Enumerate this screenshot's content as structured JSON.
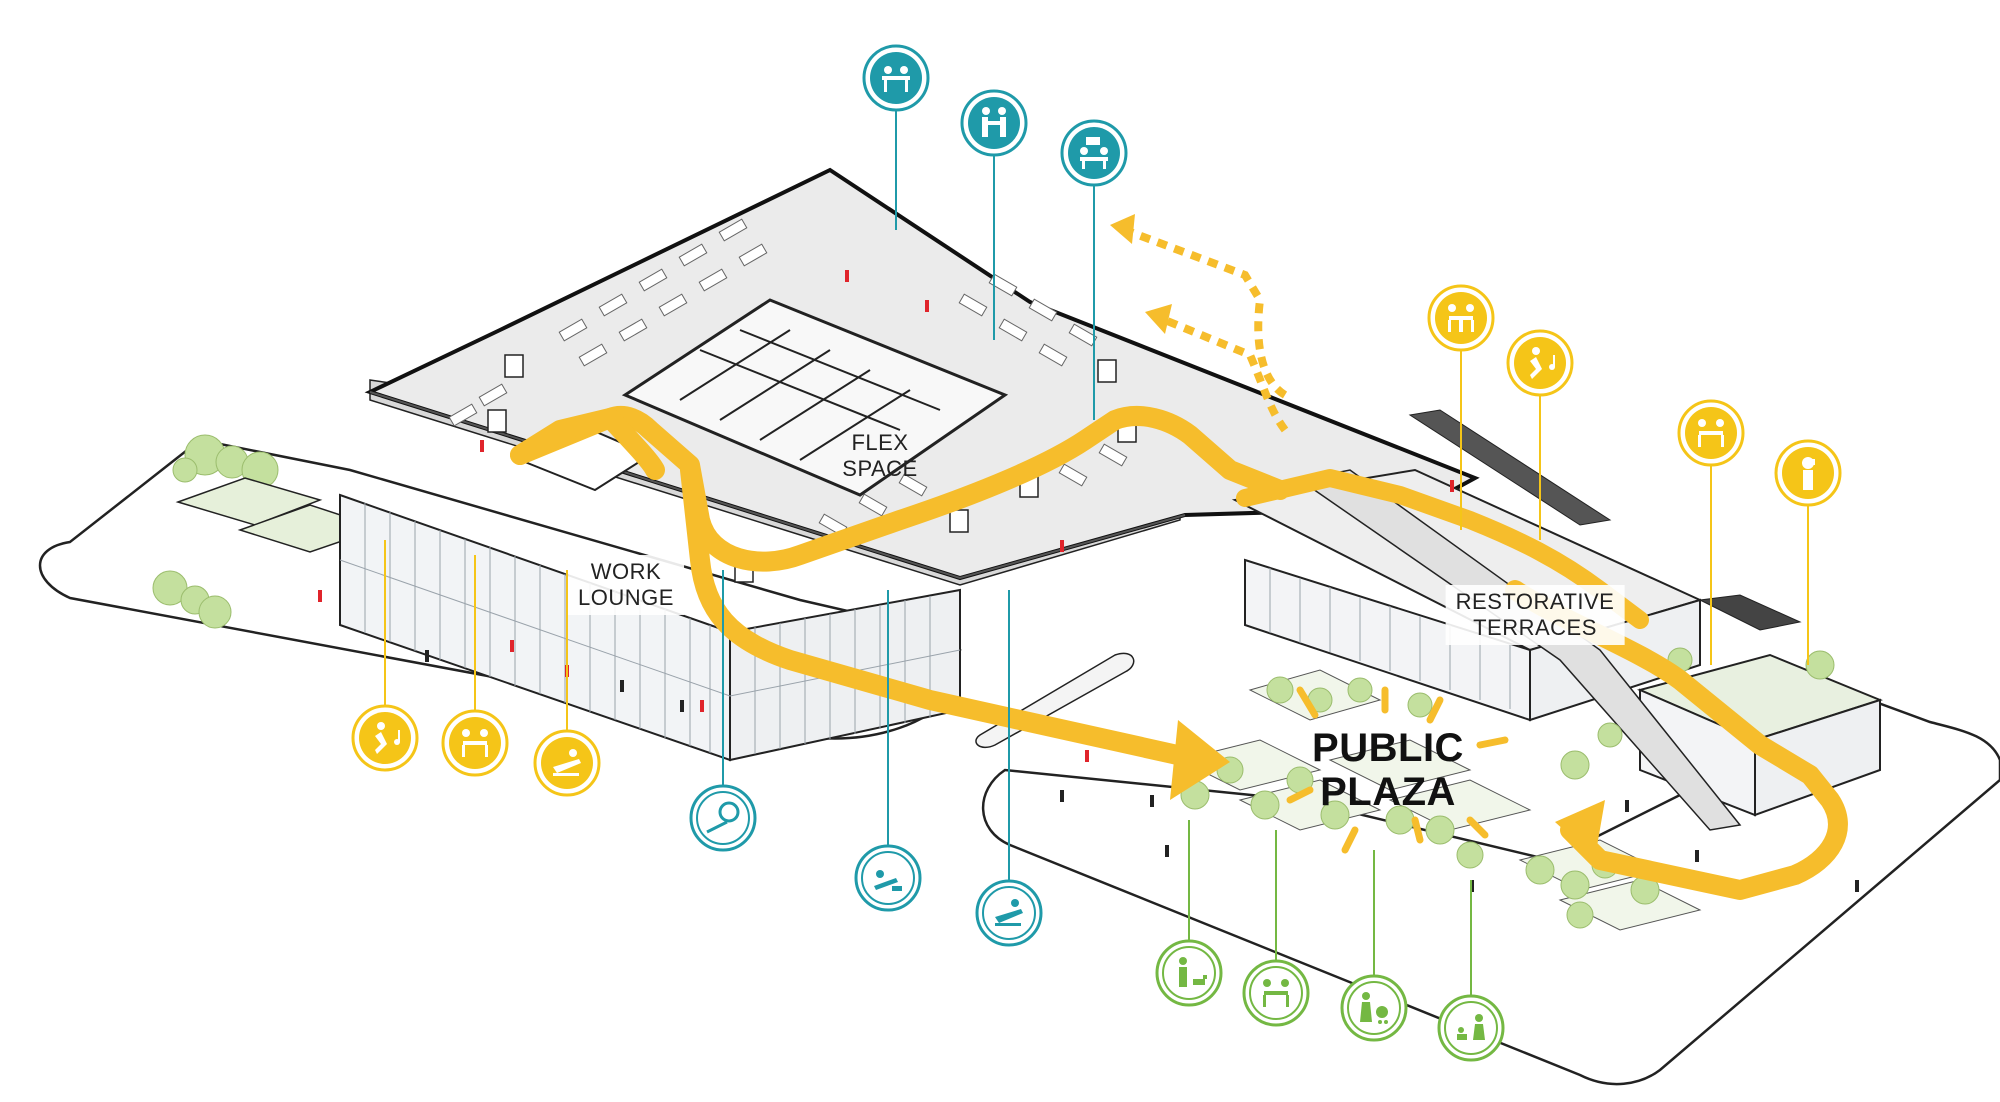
{
  "colors": {
    "yellow": "#f5c518",
    "path_orange": "#f6bd2c",
    "teal": "#1f9aa9",
    "green": "#74b843",
    "red_figure": "#e0242b",
    "outline": "#222222",
    "floor": "#ebebeb",
    "tree": "#b8d98e"
  },
  "labels": {
    "flex_space": "FLEX\nSPACE",
    "work_lounge": "WORK\nLOUNGE",
    "restorative_terraces": "RESTORATIVE\nTERRACES",
    "public_plaza": "PUBLIC\nPLAZA"
  },
  "icons": [
    {
      "name": "meeting-table-icon",
      "group": "flex"
    },
    {
      "name": "handshake-icon",
      "group": "flex"
    },
    {
      "name": "discussion-icon",
      "group": "flex"
    },
    {
      "name": "terrace-dining-icon",
      "group": "terraces"
    },
    {
      "name": "dancing-icon",
      "group": "terraces"
    },
    {
      "name": "outdoor-dining-icon",
      "group": "terraces"
    },
    {
      "name": "phone-call-icon",
      "group": "terraces"
    },
    {
      "name": "lounge-dancing-icon",
      "group": "lounge"
    },
    {
      "name": "lounge-dining-icon",
      "group": "lounge"
    },
    {
      "name": "lounge-reclining-icon",
      "group": "lounge"
    },
    {
      "name": "reading-pod-icon",
      "group": "focus"
    },
    {
      "name": "relax-laptop-icon",
      "group": "focus"
    },
    {
      "name": "lounge-chair-icon",
      "group": "focus"
    },
    {
      "name": "dog-walking-icon",
      "group": "plaza"
    },
    {
      "name": "plaza-dining-icon",
      "group": "plaza"
    },
    {
      "name": "stroller-icon",
      "group": "plaza"
    },
    {
      "name": "family-play-icon",
      "group": "plaza"
    }
  ]
}
